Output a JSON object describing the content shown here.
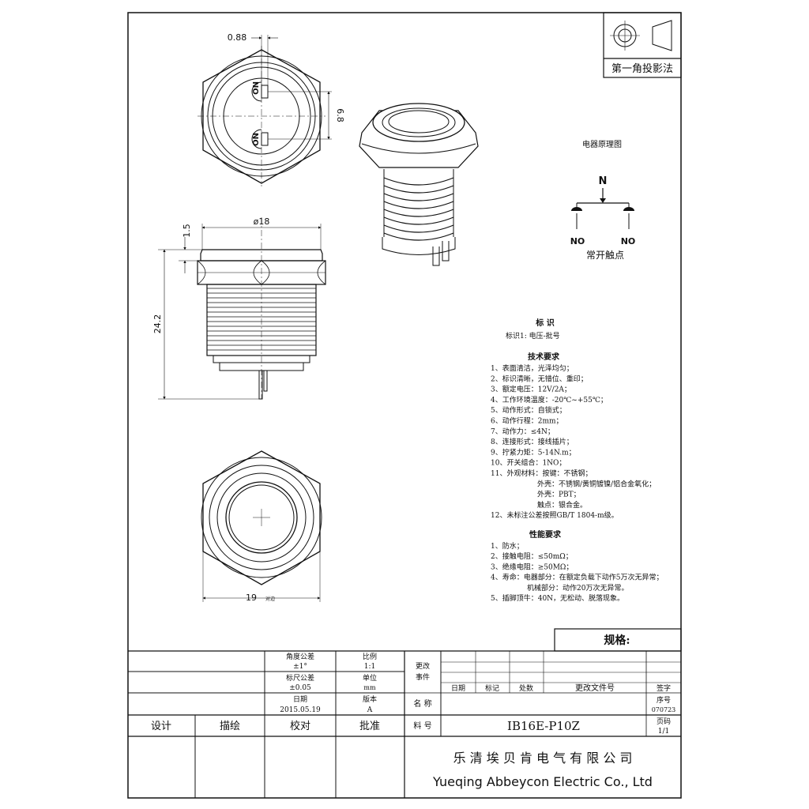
{
  "projection": {
    "label": "第一角投影法"
  },
  "dimensions": {
    "pin_gap": "0.88",
    "pin_pitch": "6.8",
    "diameter": "ø18",
    "flange_height": "1.5",
    "total_height": "24.2",
    "across_flats": "19",
    "across_flats_suffix": "对边",
    "terminal_label_top": "NO",
    "terminal_label_bottom": "NO"
  },
  "circuit": {
    "title": "电器原理图",
    "common_label": "N",
    "left_label": "NO",
    "right_label": "NO",
    "caption": "常开触点"
  },
  "marking": {
    "title": "标 识",
    "line1": "标识1: 电压-批号"
  },
  "tech": {
    "title": "技术要求",
    "items": [
      "1、表面清洁，光泽均匀；",
      "2、标识清晰，无错位、重印；",
      "3、额定电压：12V/2A；",
      "4、工作环境温度：-20℃~+55℃；",
      "5、动作形式：自锁式；",
      "6、动作行程：2mm；",
      "7、动作力：≤4N；",
      "8、连接形式：接线插片；",
      "9、拧紧力矩：5-14N.m；",
      "10、开关组合：1NO；",
      "11、外观材料：按键：不锈钢；",
      "外壳：不锈钢/黄铜镀镍/铝合金氧化；",
      "外壳：PBT；",
      "触点：银合金。",
      "12、未标注公差按照GB/T 1804-m级。"
    ]
  },
  "perf": {
    "title": "性能要求",
    "items": [
      "1、防水；",
      "2、接触电阻：≤50mΩ；",
      "3、绝缘电阻：≥50MΩ；",
      "4、寿命：电器部分：在额定负载下动作5万次无异常；",
      "机械部分：动作20万次无异常。",
      "5、插脚顶牛：40N，无松动、脱落现象。"
    ]
  },
  "title_block": {
    "spec_label": "规格:",
    "angle_tol_label": "角度公差",
    "angle_tol_value": "±1°",
    "scale_label": "比例",
    "scale_value": "1:1",
    "change_label_1": "更改",
    "change_label_2": "事件",
    "size_tol_label": "标尺公差",
    "size_tol_value": "±0.05",
    "unit_label": "单位",
    "unit_value": "mm",
    "date_label": "日期",
    "date_value": "2015.05.19",
    "version_label": "版本",
    "version_value": "A",
    "name_label": "名 称",
    "part_no_label": "料 号",
    "part_no_value": "IB16E-P10Z",
    "rev_headers": [
      "日期",
      "标记",
      "处数",
      "更改文件号",
      "签字"
    ],
    "serial_label": "序号",
    "serial_value": "070723",
    "page_label": "页码",
    "page_value": "1/1",
    "design": "设计",
    "draw": "描绘",
    "check": "校对",
    "approve": "批准",
    "company_cn": "乐 清 埃 贝 肯 电 气 有 限 公 司",
    "company_en": "Yueqing Abbeycon Electric Co., Ltd"
  }
}
